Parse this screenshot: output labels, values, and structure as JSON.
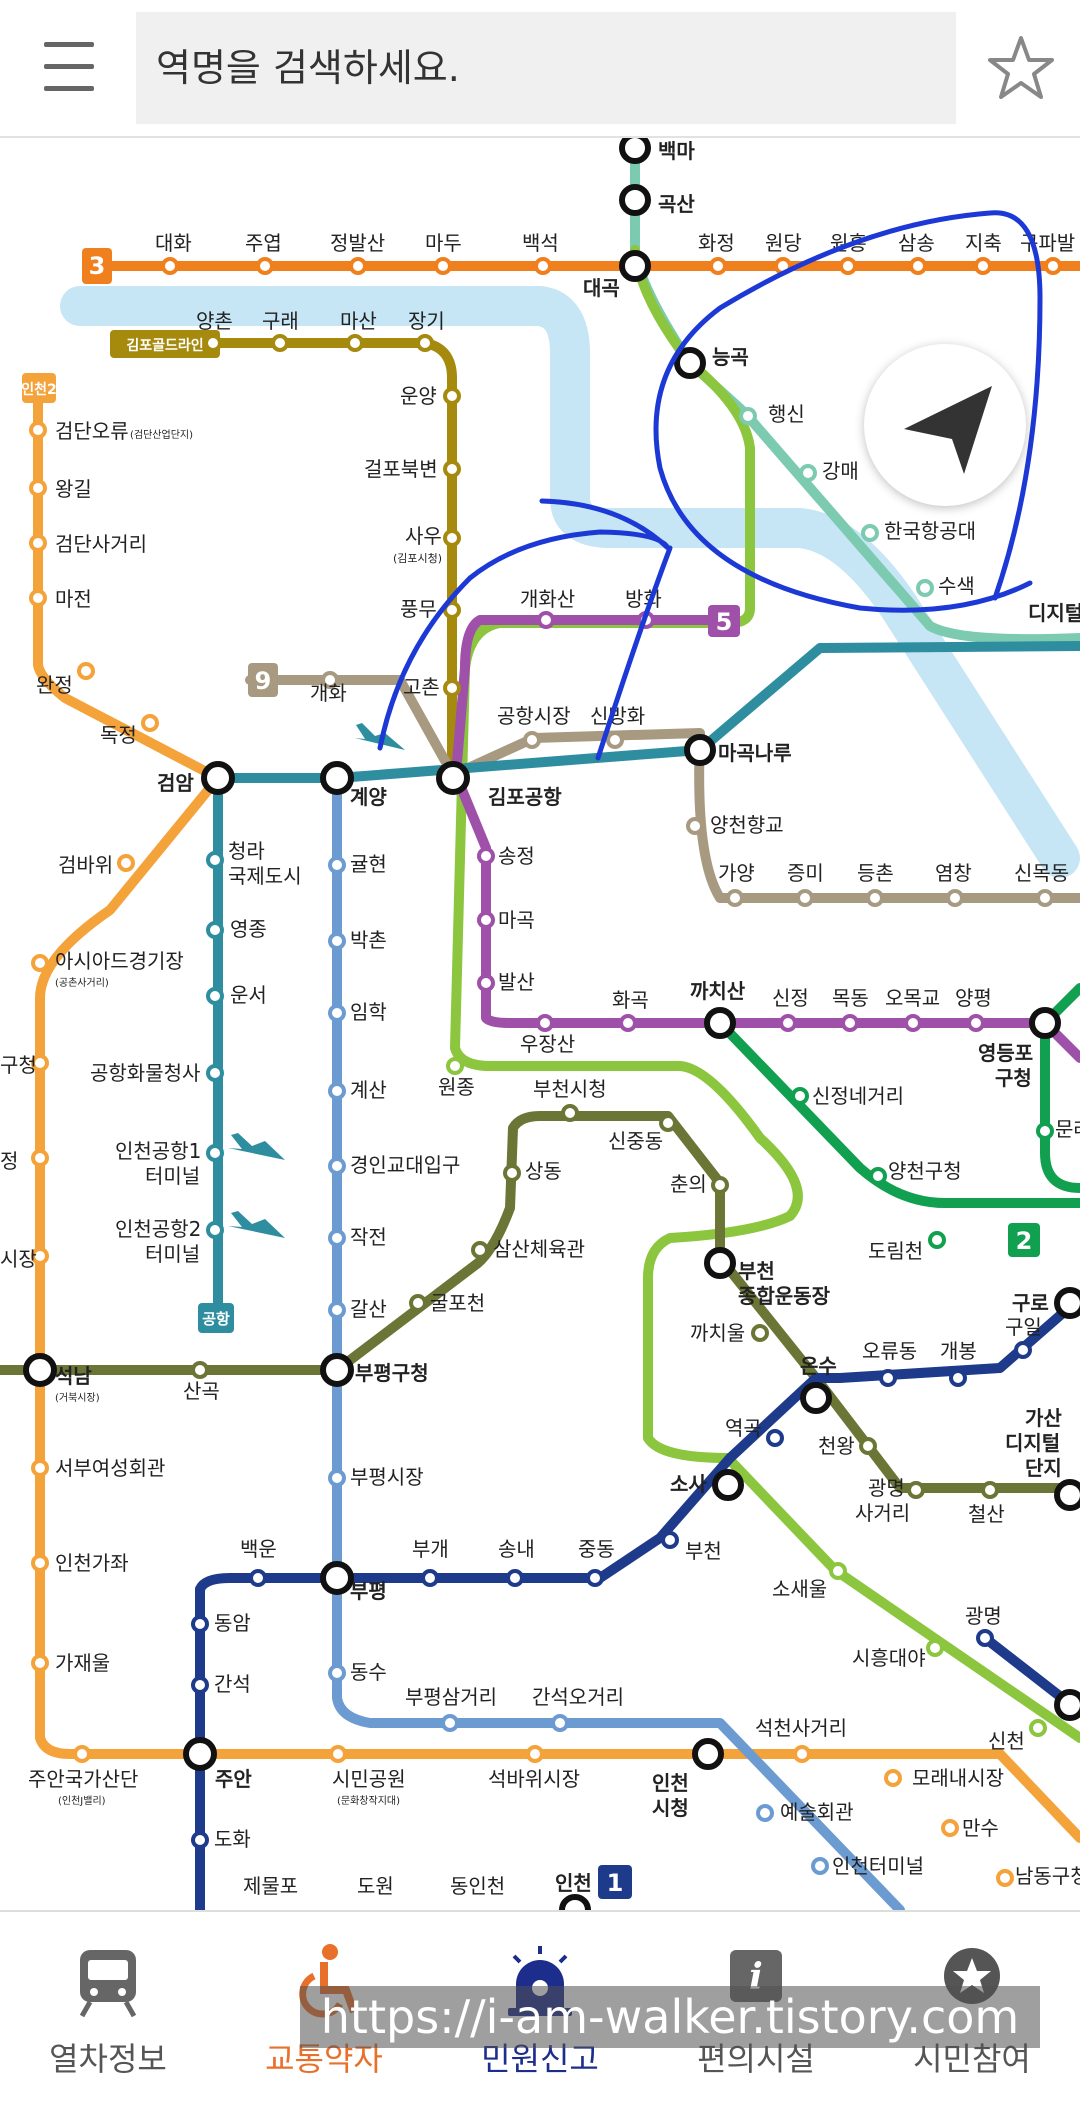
{
  "search": {
    "placeholder": "역명을 검색하세요."
  },
  "nav": [
    {
      "label": "열차정보",
      "icon": "train-icon"
    },
    {
      "label": "교통약자",
      "icon": "wheelchair-icon"
    },
    {
      "label": "민원신고",
      "icon": "siren-icon"
    },
    {
      "label": "편의시설",
      "icon": "info-icon"
    },
    {
      "label": "시민참여",
      "icon": "star-badge-icon"
    }
  ],
  "active_nav": "교통약자",
  "watermark": "https://i-am-walker.tistory.com",
  "colors": {
    "line1": "#1E3A8A",
    "line2": "#10A050",
    "line3": "#F07F1E",
    "line5": "#9F50A8",
    "line7": "#6B7535",
    "line9": "#A89A80",
    "airport": "#2E8EA0",
    "incheon1": "#6C9BD2",
    "incheon2": "#F4A23A",
    "gimpo_gold": "#A58A0E",
    "seohae": "#8CC63F",
    "gyeongui": "#7CCBB0",
    "river": "#C6E5F5",
    "active_nav": "#E8702A",
    "minwon": "#1D2D8C",
    "pen": "#1C39D6"
  },
  "map": {
    "badges": {
      "line3": "3",
      "line5": "5",
      "line9": "9",
      "line2": "2",
      "line1": "1",
      "gimpo_gold": "김포골드라인",
      "incheon2": "인천2",
      "airport": "공항"
    },
    "stations": {
      "baekma": "백마",
      "goksan": "곡산",
      "daegok": "대곡",
      "daehwa": "대화",
      "juyeop": "주엽",
      "jeongbalsan": "정발산",
      "madu": "마두",
      "baekseok": "백석",
      "hwajeong": "화정",
      "wondang": "원당",
      "wonheung": "원흥",
      "samsong": "삼송",
      "jichuk": "지축",
      "gupabal": "구파발",
      "yangchon": "양촌",
      "gurae": "구래",
      "masan": "마산",
      "janggi": "장기",
      "unyang": "운양",
      "geolpobukbyeon": "걸포북변",
      "sau": "사우",
      "sau_sub": "(김포시청)",
      "pungmu": "풍무",
      "gochon": "고촌",
      "neunggok": "능곡",
      "haengsin": "행신",
      "gangmae": "강매",
      "hankuk_aero": "한국항공대",
      "susaek": "수색",
      "digital": "디지털",
      "gaehwasan": "개화산",
      "banghwa": "방화",
      "airport_market": "공항시장",
      "sinbanghwa": "신방화",
      "magongnaru": "마곡나루",
      "yangcheonhyanggyo": "양천향교",
      "gayang": "가양",
      "jeungmi": "증미",
      "deungchon": "등촌",
      "yeomchang": "염창",
      "sinmokdong": "신목동",
      "gaehwa": "개화",
      "gimpo_airport": "김포공항",
      "gyeyang": "계양",
      "geomam": "검암",
      "geomdanoryu": "검단오류",
      "geomdanoryu_sub": "(검단산업단지)",
      "wanggil": "왕길",
      "geomdansageori": "검단사거리",
      "majeon": "마전",
      "wanjeong": "완정",
      "dokjeong": "독정",
      "geombawi": "검바위",
      "asiad": "아시아드경기장",
      "asiad_sub": "(공촌사거리)",
      "cheongna": "청라국제도시",
      "cheongna_1": "청라",
      "cheongna_2": "국제도시",
      "yeongjong": "영종",
      "unseo": "운서",
      "cargo": "공항화물청사",
      "terminal1_1": "인천공항1",
      "terminal1_2": "터미널",
      "terminal2_1": "인천공항2",
      "terminal2_2": "터미널",
      "songjeong": "송정",
      "magok": "마곡",
      "balsan": "발산",
      "ujangsan": "우장산",
      "hwagok": "화곡",
      "kkachisan": "까치산",
      "sinjeong": "신정",
      "mokdong": "목동",
      "omokgyo": "오목교",
      "yangpyeong": "양평",
      "yeongdeungpo1": "영등포",
      "yeongdeungpo2": "구청",
      "mullae": "문래",
      "sinjeongnegeori": "신정네거리",
      "yangcheongucheong": "양천구청",
      "dorimcheon": "도림천",
      "gyulhyeon": "귤현",
      "bakchon": "박촌",
      "imhak": "임학",
      "gyesan": "계산",
      "gyeongin_edu": "경인교대입구",
      "jakjeon": "작전",
      "galsan": "갈산",
      "bupyeong_gu": "부평구청",
      "bupyeong_market": "부평시장",
      "bupyeong": "부평",
      "dongsu": "동수",
      "wonjong": "원종",
      "bucheon_cityhall": "부천시청",
      "sinjungdong": "신중동",
      "sangdong": "상동",
      "chunui": "춘의",
      "samsan": "삼산체육관",
      "gulpocheon": "굴포천",
      "bucheon_stadium1": "부천",
      "bucheon_stadium2": "종합운동장",
      "kkachiul": "까치울",
      "onsu": "온수",
      "oryudong": "오류동",
      "gaebong": "개봉",
      "guil": "구일",
      "guro": "구로",
      "gasan1": "가산",
      "gasan2": "디지털",
      "gasan3": "단지",
      "cheonwang": "천왕",
      "gwangmyeong_sageori1": "광명",
      "gwangmyeong_sageori2": "사거리",
      "cheolsan": "철산",
      "yeokgok": "역곡",
      "sosa": "소사",
      "bucheon": "부천",
      "sosaeul": "소새울",
      "siheungdaeya": "시흥대야",
      "gwangmyeong": "광명",
      "sincheon": "신천",
      "seoknam": "석남",
      "seoknam_sub": "(거북시장)",
      "sangok": "산곡",
      "seobu_women": "서부여성회관",
      "incheon_gajwa": "인천가좌",
      "gajaeul": "가재울",
      "juan_industrial": "주안국가산단",
      "juan_industrial_sub": "(인천J밸리)",
      "juan": "주안",
      "baegun": "백운",
      "bugae": "부개",
      "songnae": "송내",
      "jungdong": "중동",
      "dongam": "동암",
      "gansok": "간석",
      "dohwa": "도화",
      "bupyeongsamgeori": "부평삼거리",
      "gansogogeori": "간석오거리",
      "simingongwon": "시민공원",
      "simingongwon_sub": "(문화창작지대)",
      "seokbawi": "석바위시장",
      "incheon_cityhall1": "인천",
      "incheon_cityhall2": "시청",
      "seokcheon": "석천사거리",
      "moraenae": "모래내시장",
      "yesul": "예술회관",
      "incheon_terminal": "인천터미널",
      "mansu": "만수",
      "namdong": "남동구청",
      "jemulpo": "제물포",
      "dowon": "도원",
      "dongincheon": "동인천",
      "incheon": "인천",
      "gucheong_partial": "구청",
      "jeong_partial": "정",
      "sijang_partial": "시장"
    }
  }
}
